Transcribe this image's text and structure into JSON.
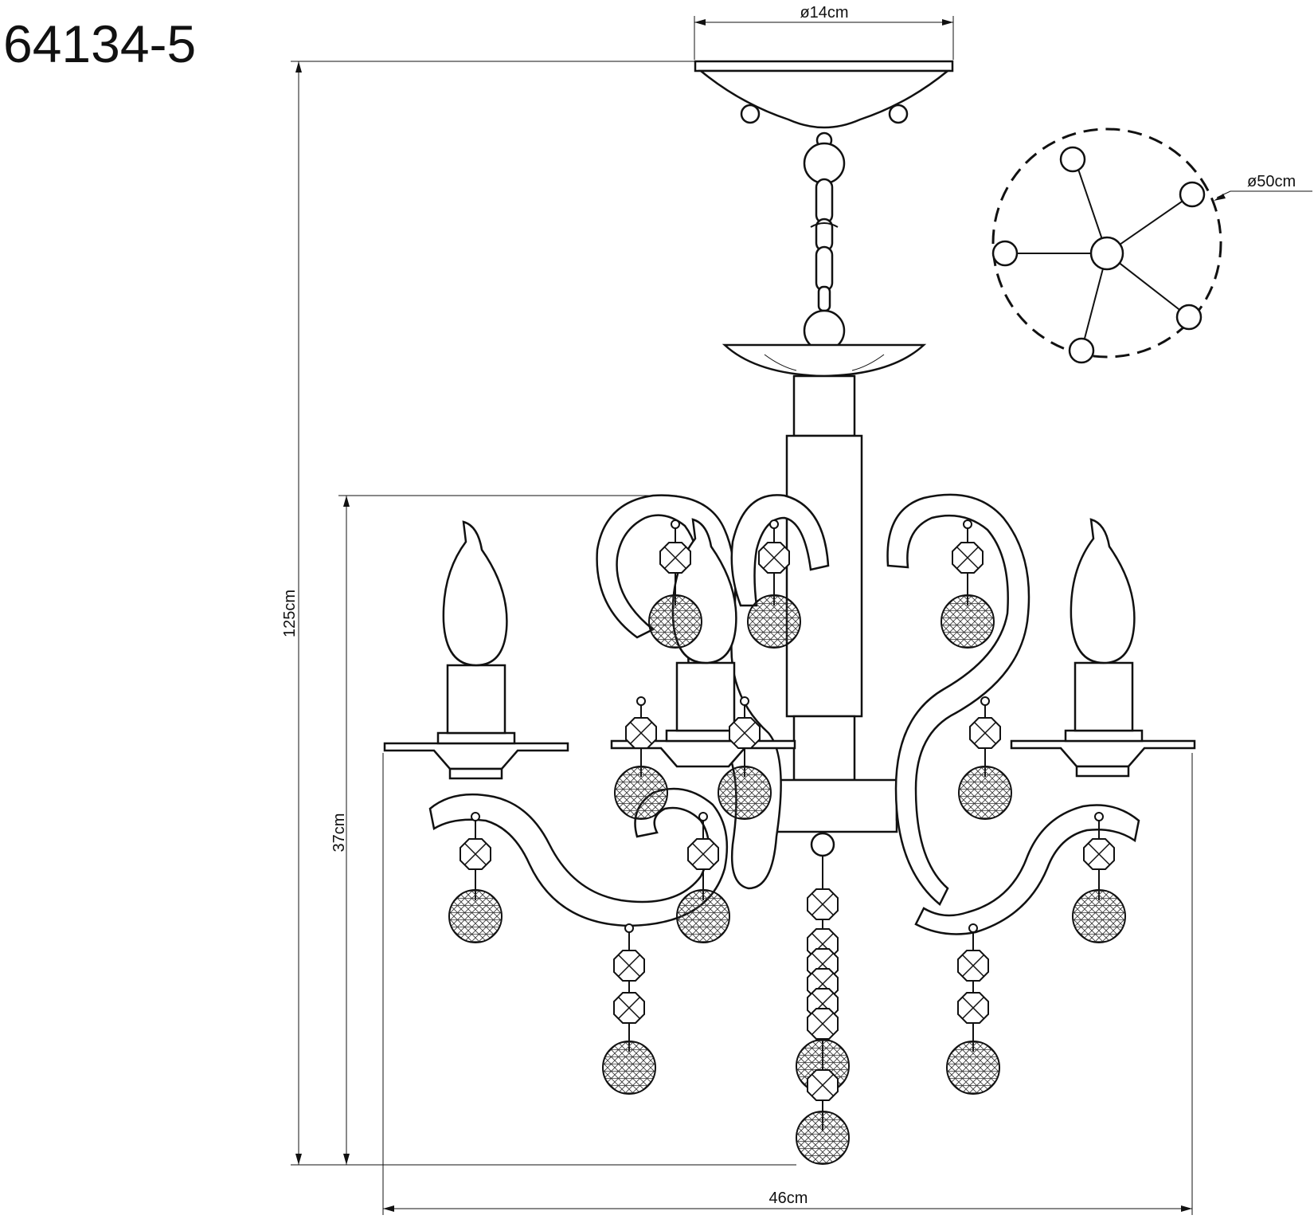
{
  "model_number": "64134-5",
  "dimensions": {
    "canopy_diameter": "ø14cm",
    "arm_span_diameter": "ø50cm",
    "total_height": "125cm",
    "body_height": "37cm",
    "width": "46cm"
  },
  "icons": {
    "crystal_ball": "faceted-sphere-icon",
    "octagon_bead": "octagon-crystal-icon",
    "candle": "candle-bulb-icon"
  }
}
